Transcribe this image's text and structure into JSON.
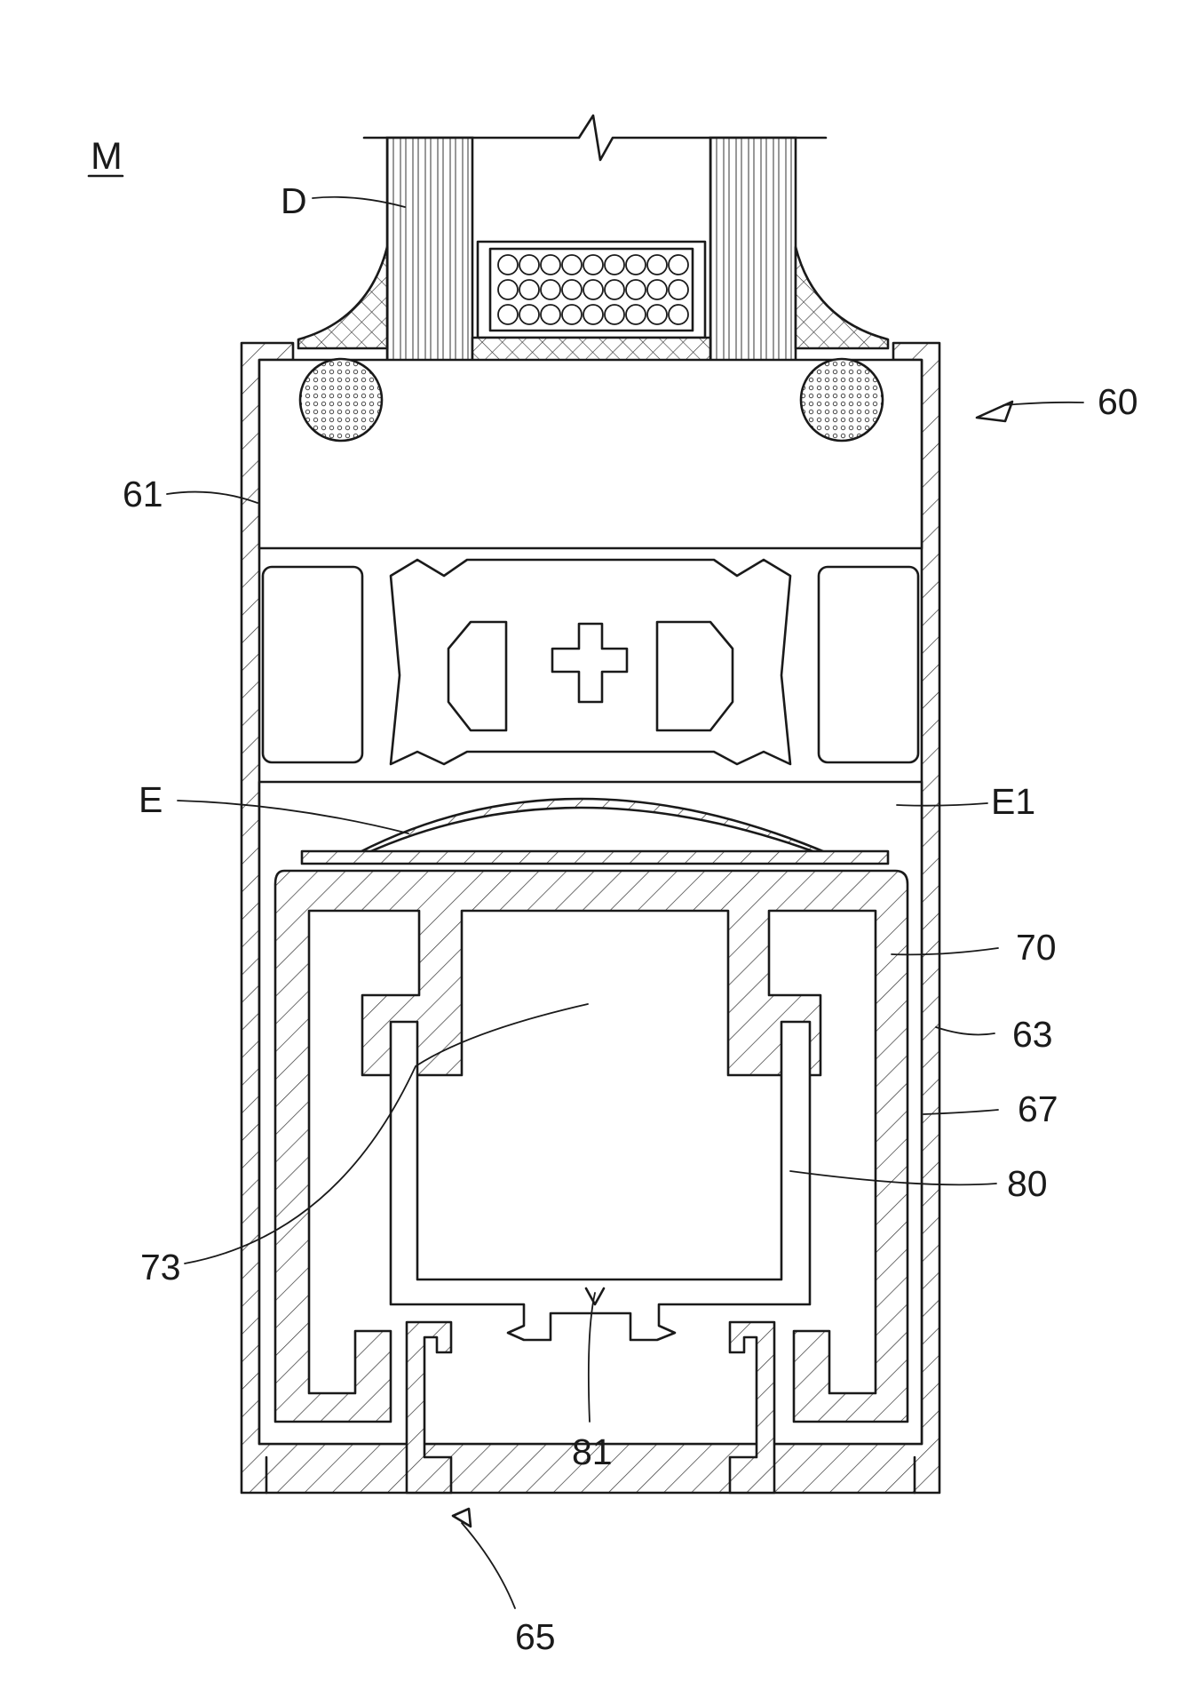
{
  "figure": {
    "id_label": "M",
    "labels": {
      "D": "D",
      "n60": "60",
      "n61": "61",
      "E": "E",
      "E1": "E1",
      "n70": "70",
      "n63": "63",
      "n67": "67",
      "n80": "80",
      "n73": "73",
      "n81": "81",
      "n65": "65"
    }
  }
}
